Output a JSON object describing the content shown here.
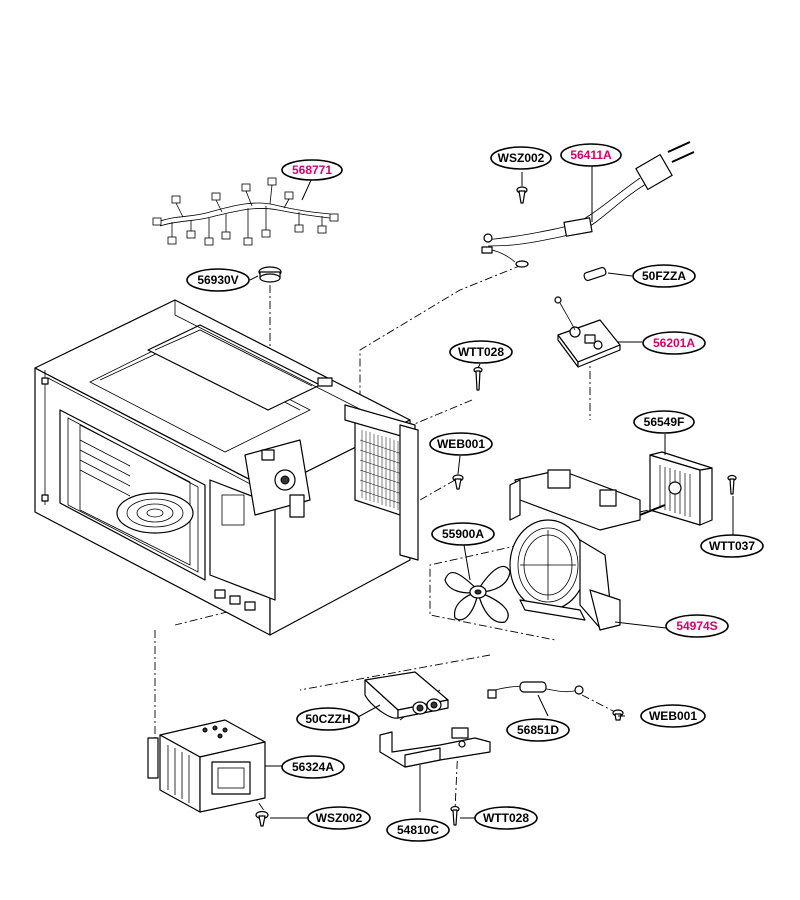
{
  "colors": {
    "highlight": "#d4006f",
    "normal": "#000000"
  },
  "labels": [
    {
      "id": "568771",
      "text": "568771",
      "highlight": true
    },
    {
      "id": "WSZ002_top",
      "text": "WSZ002",
      "highlight": false
    },
    {
      "id": "56411A",
      "text": "56411A",
      "highlight": true
    },
    {
      "id": "56930V",
      "text": "56930V",
      "highlight": false
    },
    {
      "id": "50FZZA",
      "text": "50FZZA",
      "highlight": false
    },
    {
      "id": "56201A",
      "text": "56201A",
      "highlight": true
    },
    {
      "id": "WTT028_top",
      "text": "WTT028",
      "highlight": false
    },
    {
      "id": "WEB001_mid",
      "text": "WEB001",
      "highlight": false
    },
    {
      "id": "56549F",
      "text": "56549F",
      "highlight": false
    },
    {
      "id": "55900A",
      "text": "55900A",
      "highlight": false
    },
    {
      "id": "WTT037",
      "text": "WTT037",
      "highlight": false
    },
    {
      "id": "54974S",
      "text": "54974S",
      "highlight": true
    },
    {
      "id": "50CZZH",
      "text": "50CZZH",
      "highlight": false
    },
    {
      "id": "WEB001_low",
      "text": "WEB001",
      "highlight": false
    },
    {
      "id": "56851D",
      "text": "56851D",
      "highlight": false
    },
    {
      "id": "56324A",
      "text": "56324A",
      "highlight": false
    },
    {
      "id": "WSZ002_low",
      "text": "WSZ002",
      "highlight": false
    },
    {
      "id": "WTT028_low",
      "text": "WTT028",
      "highlight": false
    },
    {
      "id": "54810C",
      "text": "54810C",
      "highlight": false
    }
  ]
}
